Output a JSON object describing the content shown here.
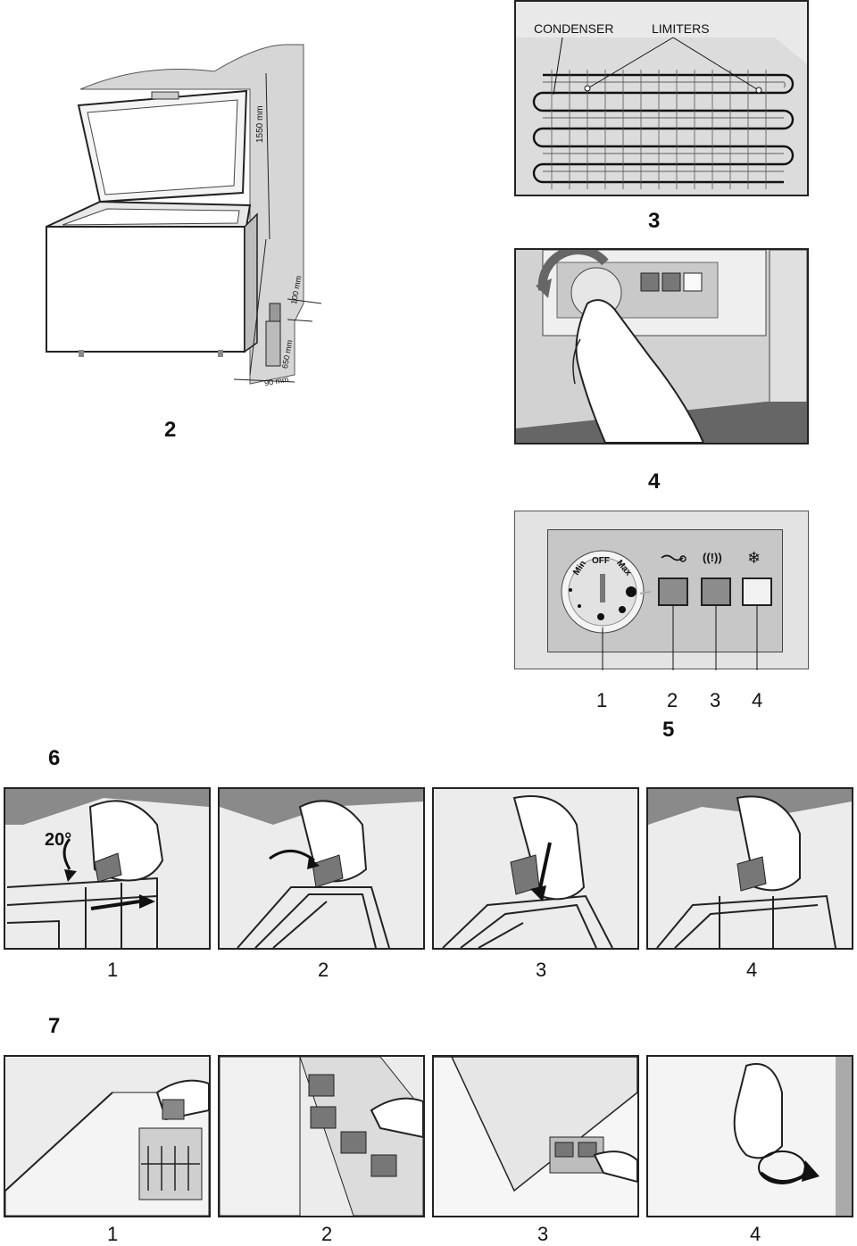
{
  "figure_numbers": {
    "fig2": "2",
    "fig3": "3",
    "fig4": "4",
    "fig5": "5",
    "fig6": "6",
    "fig7": "7"
  },
  "fig2": {
    "dim_height": "1550 mm",
    "dim_top": "100 mm",
    "dim_mid": "650 mm",
    "dim_bottom": "90 mm"
  },
  "fig3": {
    "condenser_label": "CONDENSER",
    "limiters_label": "LIMITERS"
  },
  "fig5": {
    "dial_labels": {
      "min": "Min",
      "off": "OFF",
      "max": "Max"
    },
    "callouts": [
      "1",
      "2",
      "3",
      "4"
    ],
    "indicator_colors": [
      "#8c8c8c",
      "#8c8c8c",
      "#f2f2f2"
    ]
  },
  "fig6": {
    "angle_label": "20°",
    "steps": [
      "1",
      "2",
      "3",
      "4"
    ]
  },
  "fig7": {
    "steps": [
      "1",
      "2",
      "3",
      "4"
    ]
  },
  "icons": [
    "thermometer-curve-icon",
    "alarm-icon",
    "snowflake-icon"
  ]
}
